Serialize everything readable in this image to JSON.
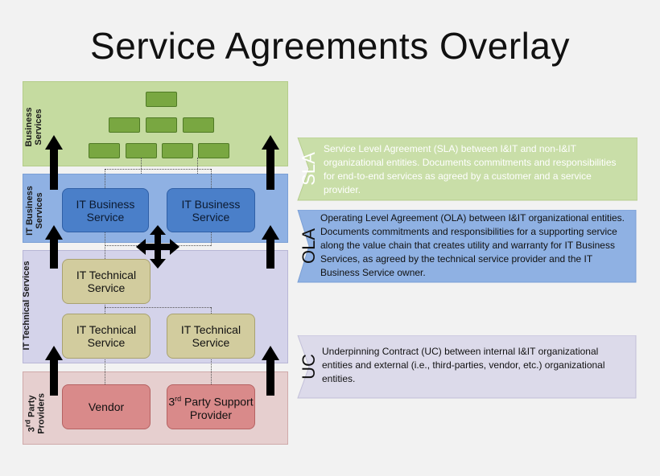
{
  "title": "Service Agreements Overlay",
  "bands": {
    "business_services": "Business Services",
    "it_business_services": "IT Business Services",
    "it_technical_services": "IT Technical Services",
    "third_party_providers_sup": "rd",
    "third_party_providers_pre": "3",
    "third_party_providers_post": " Party Providers"
  },
  "boxes": {
    "it_business_service_1": "IT Business Service",
    "it_business_service_2": "IT Business Service",
    "it_technical_service_top": "IT Technical Service",
    "it_technical_service_left": "IT Technical Service",
    "it_technical_service_right": "IT Technical Service",
    "vendor": "Vendor",
    "support_provider_pre": "3",
    "support_provider_sup": "rd",
    "support_provider_post": " Party Support Provider"
  },
  "agreements": {
    "sla": {
      "tag": "SLA",
      "text": "Service Level Agreement (SLA) between I&IT and non-I&IT organizational entities. Documents commitments and responsibilities for end-to-end services as agreed by a customer and a service provider.",
      "color": "#c9dea8"
    },
    "ola": {
      "tag": "OLA",
      "text": "Operating Level Agreement (OLA) between I&IT organizational entities. Documents commitments and responsibilities for a supporting service along the value chain that creates utility and warranty for IT Business Services, as agreed by the technical service provider and the IT Business Service owner.",
      "color": "#8fb1e3"
    },
    "uc": {
      "tag": "UC",
      "text": "Underpinning Contract (UC) between internal I&IT organizational entities and external (i.e., third-parties, vendor, etc.) organizational entities.",
      "color": "#dcdaea"
    }
  },
  "icons": {
    "up_arrow": "up-arrow-icon",
    "four_way_arrow": "four-way-arrow-icon",
    "org_chart": "org-chart-icon"
  }
}
